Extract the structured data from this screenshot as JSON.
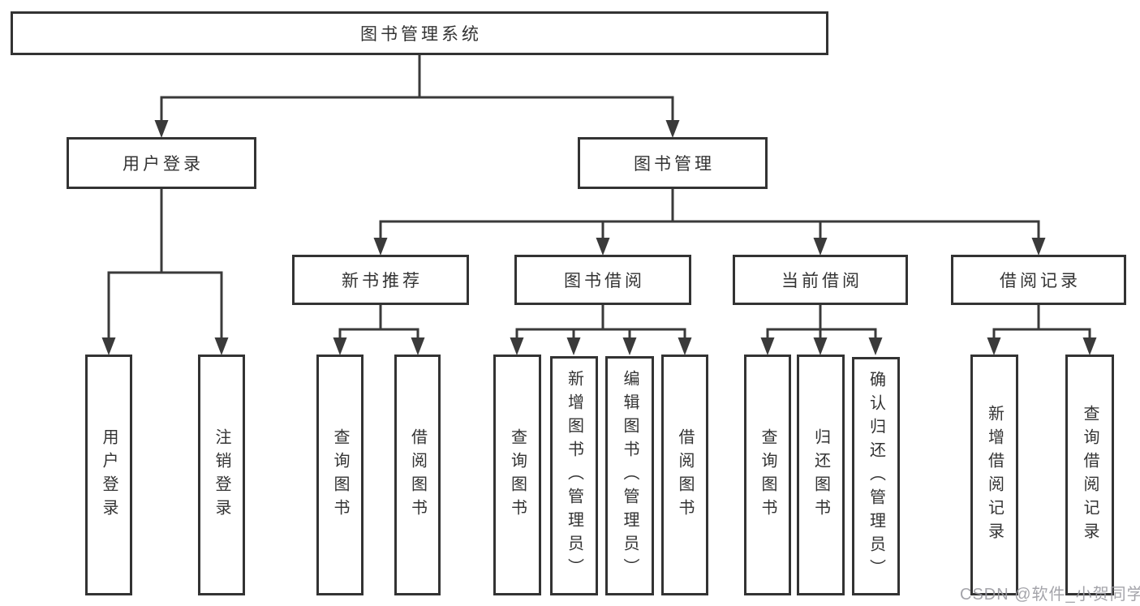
{
  "colors": {
    "line": "#3a3a3a",
    "border": "#333333",
    "fill": "#ffffff",
    "text": "#333333",
    "watermark": "#9b9ba1"
  },
  "watermark": {
    "text": "CSDN @软件_小贺同学"
  },
  "diagram": {
    "title": "图书管理系统",
    "nodes": [
      {
        "id": "root",
        "label": "图书管理系统",
        "level": 1
      },
      {
        "id": "user-login",
        "label": "用户登录",
        "level": 2
      },
      {
        "id": "book-management",
        "label": "图书管理",
        "level": 2
      },
      {
        "id": "new-book-recommend",
        "label": "新书推荐",
        "level": 3
      },
      {
        "id": "book-borrowing",
        "label": "图书借阅",
        "level": 3
      },
      {
        "id": "current-borrowing",
        "label": "当前借阅",
        "level": 3
      },
      {
        "id": "borrowing-records",
        "label": "借阅记录",
        "level": 3
      },
      {
        "id": "user-login-leaf",
        "label": "用户登录",
        "level": 4
      },
      {
        "id": "logout-leaf",
        "label": "注销登录",
        "level": 4
      },
      {
        "id": "query-books-recommend",
        "label": "查询图书",
        "level": 4
      },
      {
        "id": "borrow-books-recommend",
        "label": "借阅图书",
        "level": 4
      },
      {
        "id": "query-books-borrowing",
        "label": "查询图书",
        "level": 4
      },
      {
        "id": "add-books-admin",
        "label": "新增图书（管理员）",
        "level": 4
      },
      {
        "id": "edit-books-admin",
        "label": "编辑图书（管理员）",
        "level": 4
      },
      {
        "id": "borrow-books-borrowing",
        "label": "借阅图书",
        "level": 4
      },
      {
        "id": "query-books-current",
        "label": "查询图书",
        "level": 4
      },
      {
        "id": "return-books",
        "label": "归还图书",
        "level": 4
      },
      {
        "id": "confirm-return-admin",
        "label": "确认归还（管理员）",
        "level": 4
      },
      {
        "id": "add-borrowing-record",
        "label": "新增借阅记录",
        "level": 4
      },
      {
        "id": "query-borrowing-record",
        "label": "查询借阅记录",
        "level": 4
      }
    ]
  }
}
